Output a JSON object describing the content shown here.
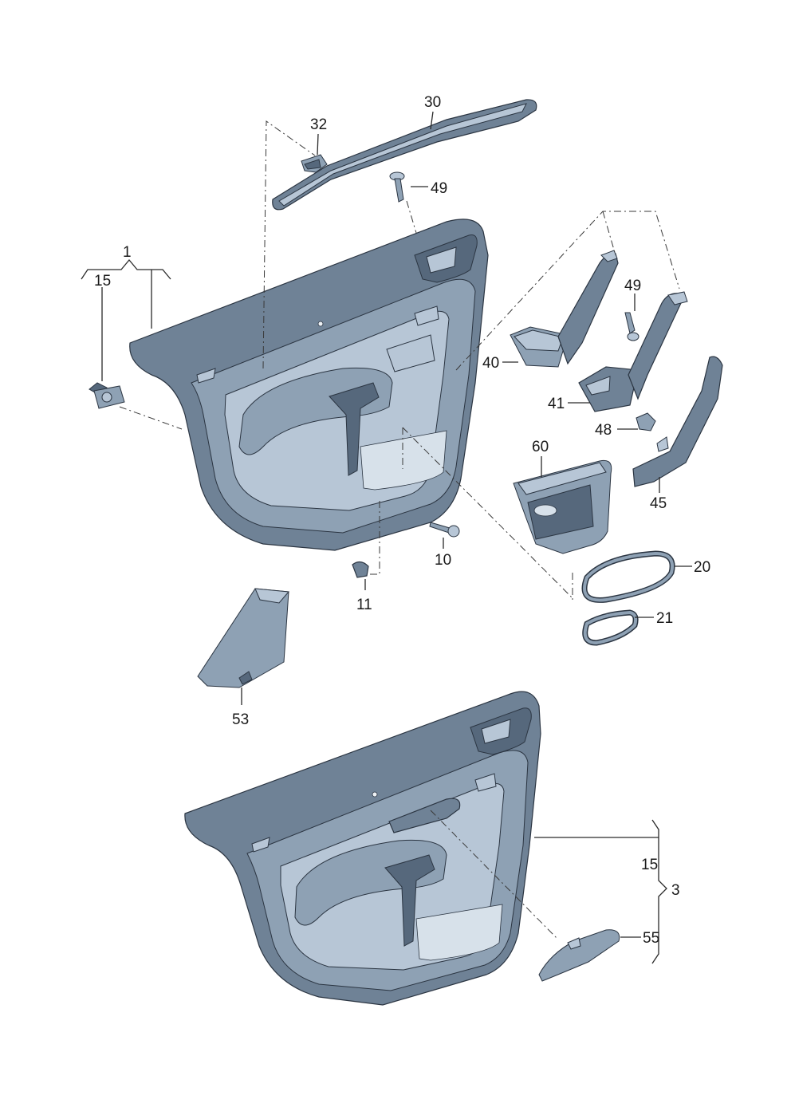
{
  "callouts": {
    "c1": "1",
    "c3": "3",
    "c10": "10",
    "c11": "11",
    "c15a": "15",
    "c15b": "15",
    "c20": "20",
    "c21": "21",
    "c30": "30",
    "c32": "32",
    "c40": "40",
    "c41": "41",
    "c45": "45",
    "c48": "48",
    "c49a": "49",
    "c49b": "49",
    "c53": "53",
    "c55": "55",
    "c60": "60"
  },
  "colors": {
    "part_fill": "#8ea1b4",
    "part_dark": "#6f8296",
    "part_light": "#b7c6d6",
    "outline": "#2b3542"
  }
}
